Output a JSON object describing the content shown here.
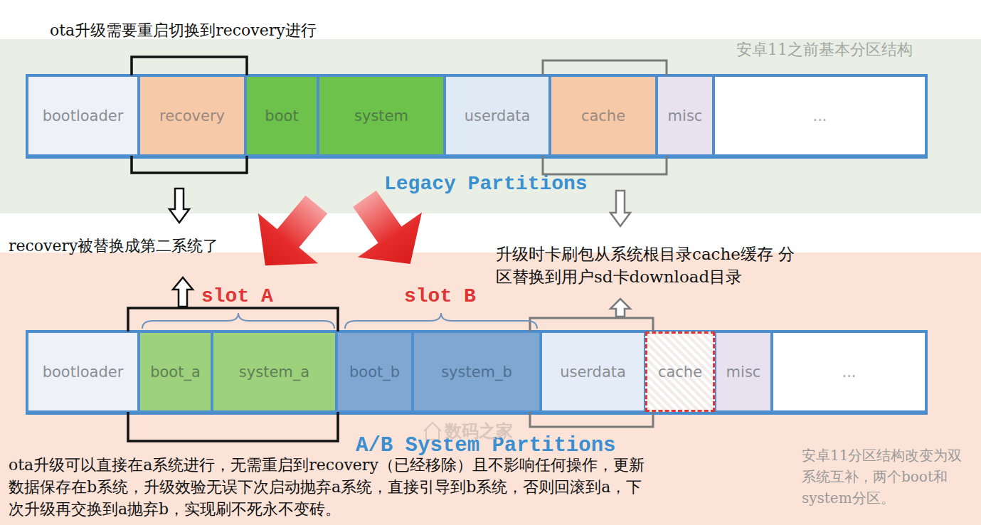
{
  "diagram": {
    "nodes": [
      {
        "text": [
          "安卓11之前基本分区结构",
          "Legacy Partitions"
        ]
      },
      {
        "text": [
          "bootloader"
        ],
        "in": 0
      },
      {
        "text": [
          "recovery"
        ],
        "in": 0
      },
      {
        "text": [
          "boot"
        ],
        "in": 0
      },
      {
        "text": [
          "system"
        ],
        "in": 0
      },
      {
        "text": [
          "userdata"
        ],
        "in": 0
      },
      {
        "text": [
          "cache"
        ],
        "in": 0
      },
      {
        "text": [
          "misc"
        ],
        "in": 0
      },
      {
        "text": [
          "..."
        ],
        "in": 0
      },
      {
        "text": [
          "A/B System Partitions",
          "安卓11分区结构改变为双系统互补，两个boot和system分区。"
        ]
      },
      {
        "text": [
          "bootloader"
        ],
        "in": 9
      },
      {
        "text": [
          "boot_a"
        ],
        "in": 9
      },
      {
        "text": [
          "system_a"
        ],
        "in": 9
      },
      {
        "text": [
          "boot_b"
        ],
        "in": 9
      },
      {
        "text": [
          "system_b"
        ],
        "in": 9
      },
      {
        "text": [
          "userdata"
        ],
        "in": 9
      },
      {
        "text": [
          "cache"
        ],
        "in": 9
      },
      {
        "text": [
          "misc"
        ],
        "in": 9
      },
      {
        "text": [
          "..."
        ],
        "in": 9
      }
    ],
    "labels": [
      "ota升级需要重启切换到recovery进行",
      "recovery被替换成第二系统了",
      "升级时卡刷包从系统根目录cache缓存 分区替换到用户sd卡download目录",
      "slot A",
      "slot B",
      "数码之家",
      "ota升级可以直接在a系统进行，无需重启到recovery（已经移除）且不影响任何操作，更新数据保存在b系统，升级效验无误下次启动抛弃a系统，直接引导到b系统，否则回滚到a，下次升级再交换到a抛弃b，实现刷不死永不变砖。"
    ]
  }
}
